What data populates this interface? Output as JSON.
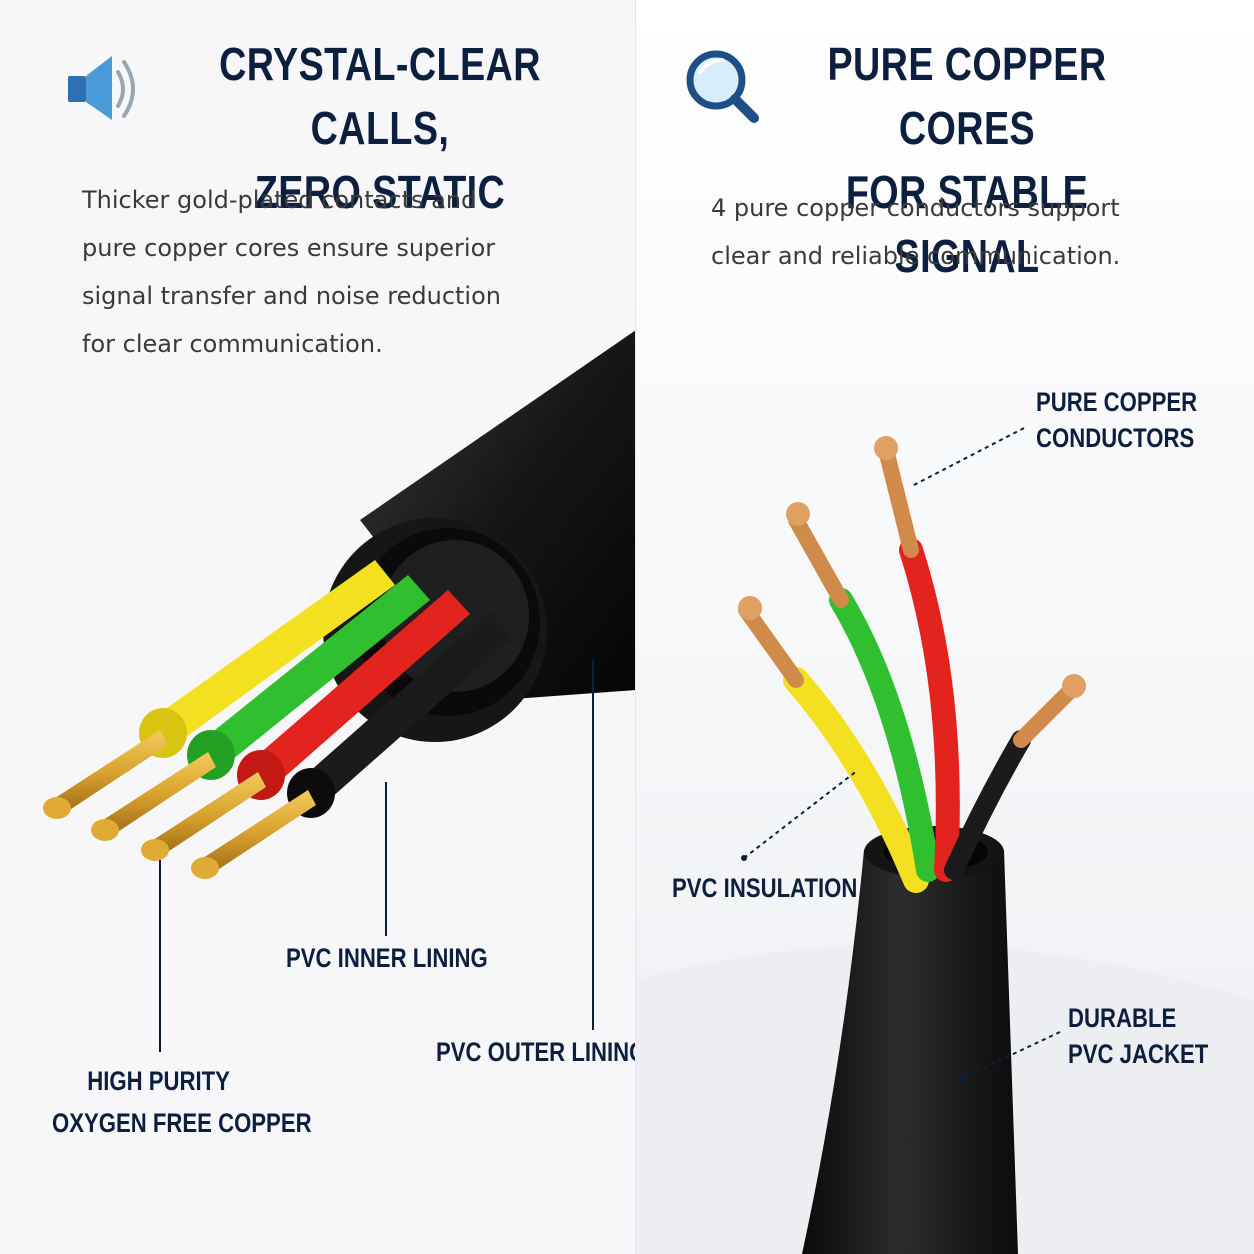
{
  "left": {
    "headline_line1": "CRYSTAL-CLEAR CALLS,",
    "headline_line2": "ZERO STATIC",
    "icon": "speaker-icon",
    "body_line1": "Thicker gold-plated contacts and",
    "body_line2": "pure copper cores ensure superior",
    "body_line3": "signal transfer and noise reduction",
    "body_line4": "for clear communication.",
    "labels": {
      "inner_lining": "PVC INNER LINING",
      "outer_lining": "PVC OUTER LINING",
      "copper_line1": "HIGH PURITY",
      "copper_line2": "OXYGEN FREE COPPER"
    }
  },
  "right": {
    "headline_line1": "PURE COPPER CORES",
    "headline_line2": "FOR STABLE SIGNAL",
    "icon": "magnifier-icon",
    "body_line1": "4 pure copper conductors support",
    "body_line2": "clear and reliable communication.",
    "labels": {
      "conductors_line1": "PURE COPPER",
      "conductors_line2": "CONDUCTORS",
      "insulation": "PVC INSULATION",
      "jacket_line1": "DURABLE",
      "jacket_line2": "PVC JACKET"
    }
  },
  "colors": {
    "navy": "#0d1f3f",
    "yellow": "#f3e021",
    "green": "#2fbf2f",
    "red": "#e3231e",
    "black": "#1b1b1b",
    "copper": "#d08a4a",
    "gold": "#d9a22e"
  }
}
